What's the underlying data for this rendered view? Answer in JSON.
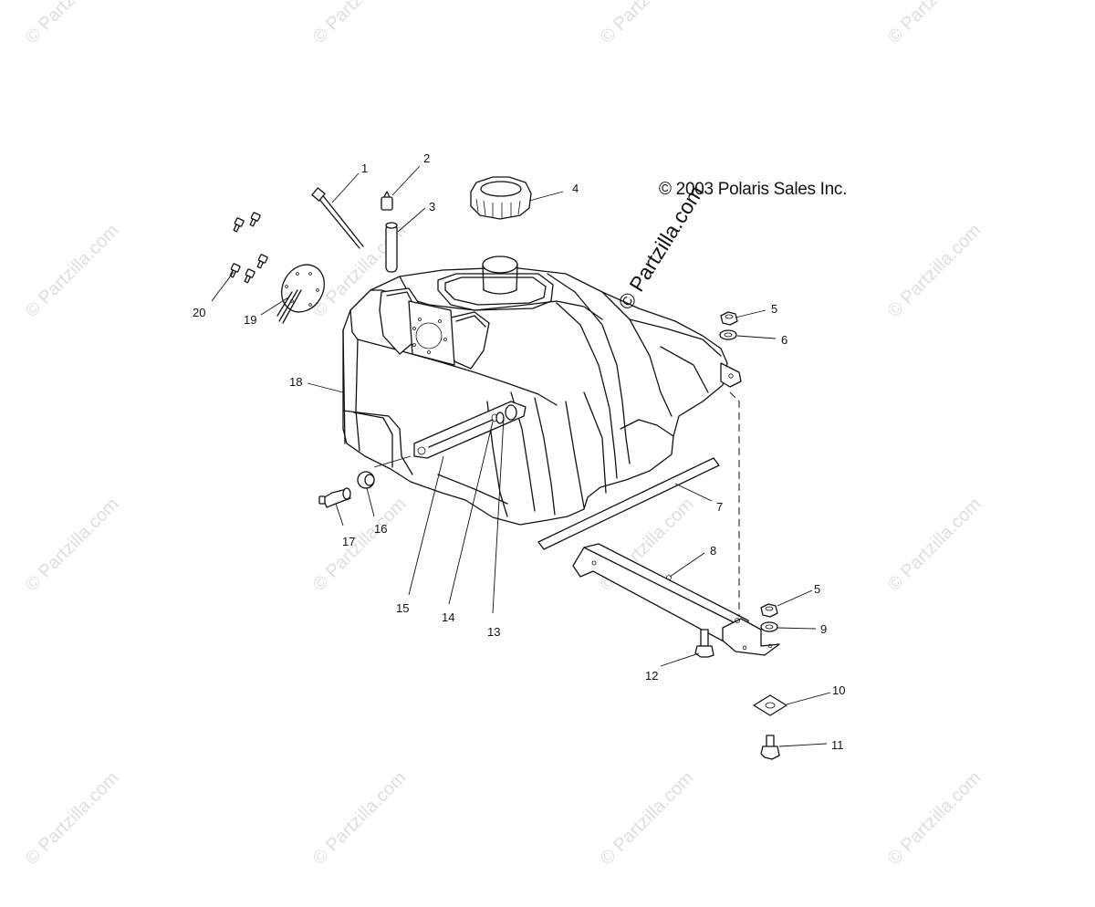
{
  "copyright": "© 2003 Polaris Sales Inc.",
  "watermark": "© Partzilla.com",
  "callouts": {
    "c1": "1",
    "c2": "2",
    "c3": "3",
    "c4": "4",
    "c5a": "5",
    "c5b": "5",
    "c6": "6",
    "c7": "7",
    "c8": "8",
    "c9": "9",
    "c10": "10",
    "c11": "11",
    "c12": "12",
    "c13": "13",
    "c14": "14",
    "c15": "15",
    "c16": "16",
    "c17": "17",
    "c18": "18",
    "c19": "19",
    "c20": "20"
  }
}
